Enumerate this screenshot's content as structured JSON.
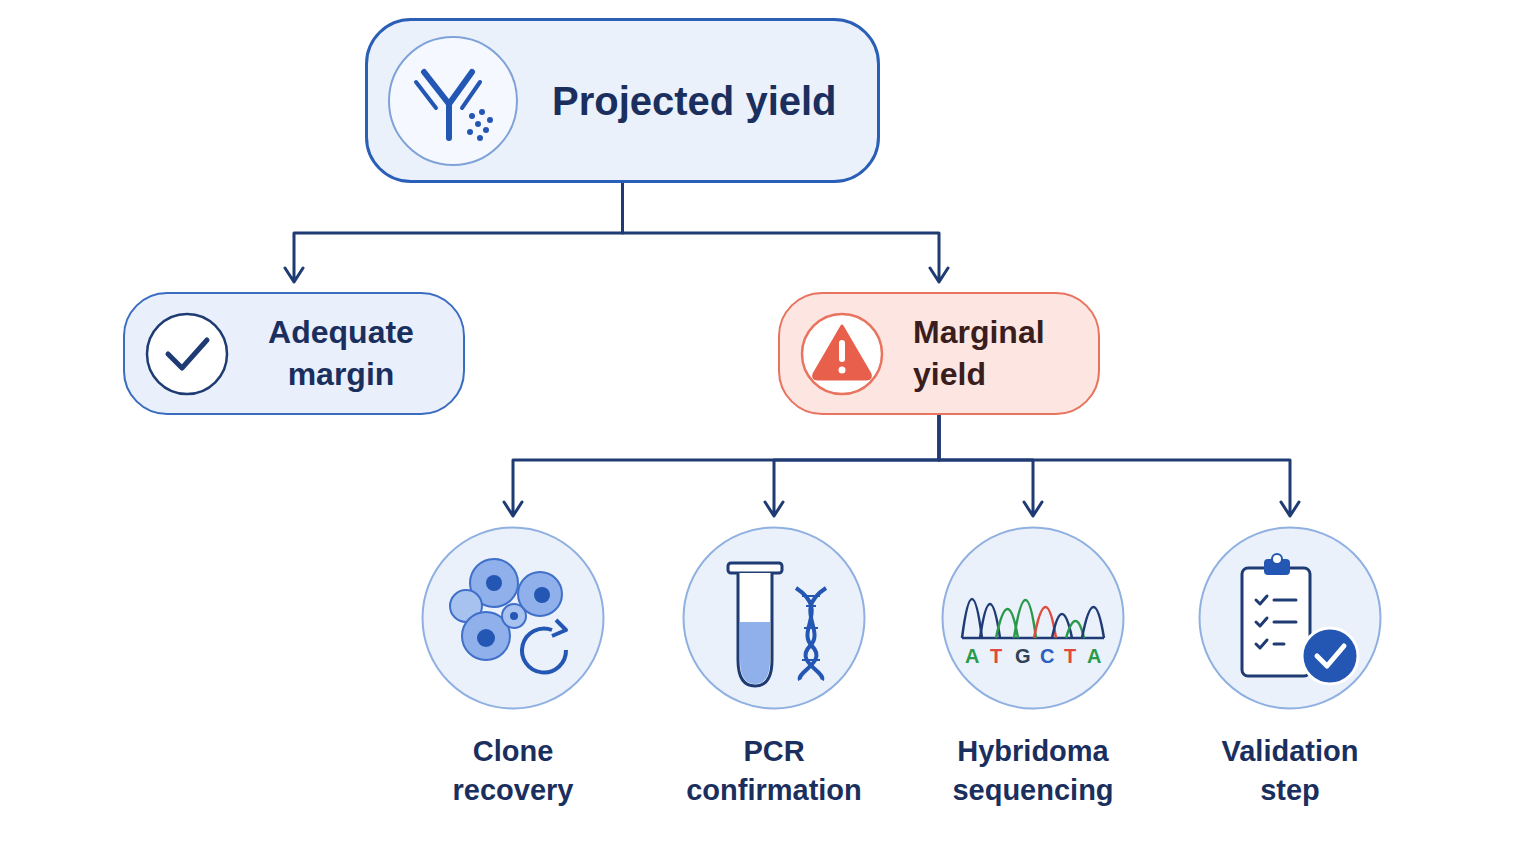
{
  "diagram": {
    "nodes": [
      {
        "text": [
          "Projected yield"
        ]
      },
      {
        "text": [
          "Adequate margin"
        ]
      },
      {
        "text": [
          "Marginal yield"
        ]
      },
      {
        "text": [
          "Clone recovery"
        ]
      },
      {
        "text": [
          "PCR confirmation"
        ]
      },
      {
        "text": [
          "Hybridoma sequencing"
        ]
      },
      {
        "text": [
          "Validation step"
        ]
      }
    ],
    "edges": [
      {
        "from": 0,
        "to": 1,
        "arrow": "to"
      },
      {
        "from": 0,
        "to": 2,
        "arrow": "to"
      },
      {
        "from": 2,
        "to": 3,
        "arrow": "to"
      },
      {
        "from": 2,
        "to": 4,
        "arrow": "to"
      },
      {
        "from": 2,
        "to": 5,
        "arrow": "to"
      },
      {
        "from": 2,
        "to": 6,
        "arrow": "to"
      }
    ],
    "labels": [
      "A",
      "T",
      "G",
      "C",
      "T",
      "A"
    ]
  }
}
